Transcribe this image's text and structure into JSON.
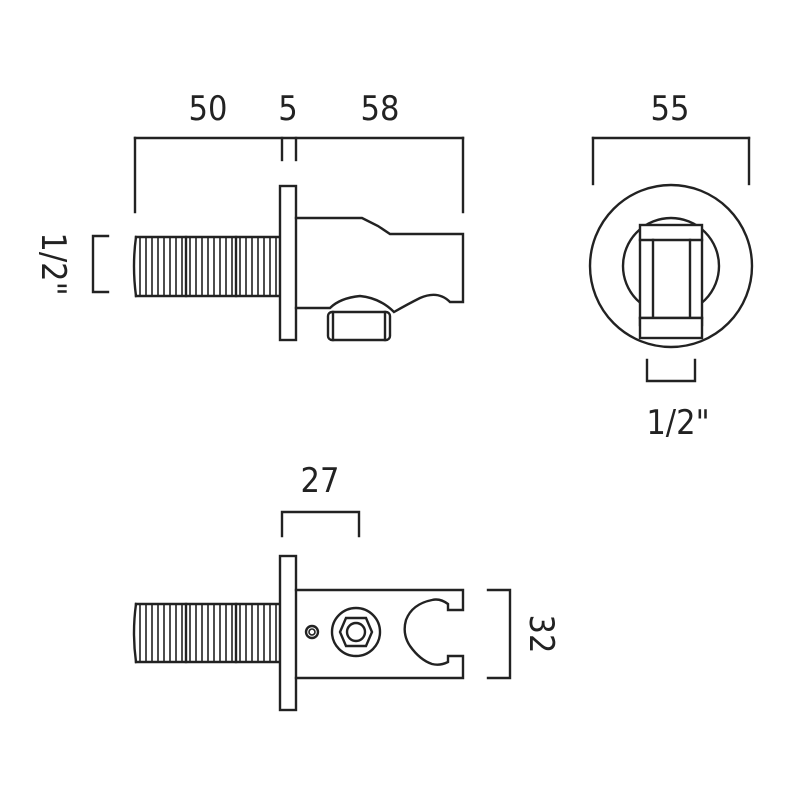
{
  "diagram": {
    "side_view": {
      "dim_thread_length": "50",
      "dim_flange": "5",
      "dim_body_length": "58",
      "dim_thread_size": "1/2\""
    },
    "front_view": {
      "dim_diameter": "55",
      "dim_outlet_size": "1/2\""
    },
    "top_view": {
      "dim_body_width": "27",
      "dim_body_height": "32"
    }
  }
}
